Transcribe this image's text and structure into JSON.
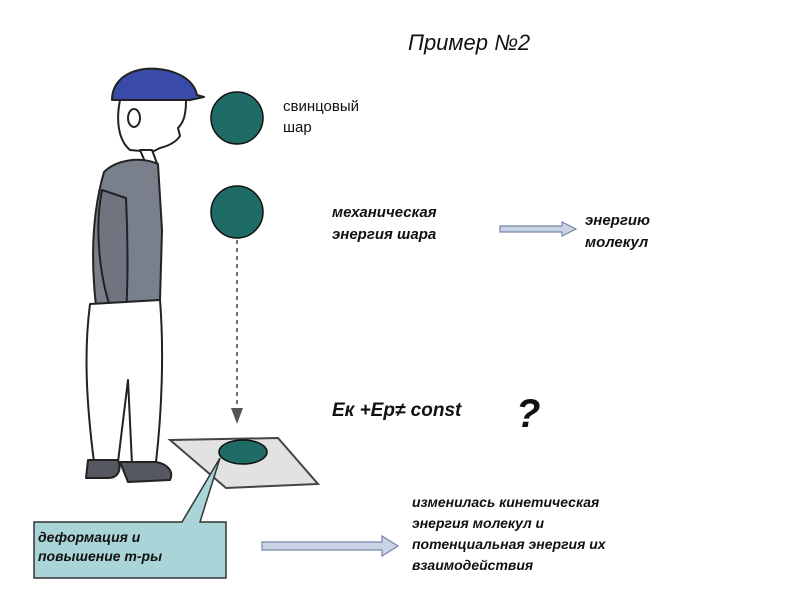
{
  "title": "Пример №2",
  "ball_label": {
    "line1": "свинцовый",
    "line2": "шар"
  },
  "mech_energy": {
    "line1": "механическая",
    "line2": "энергия шара"
  },
  "molecule_energy": {
    "line1": "энергию",
    "line2": "молекул"
  },
  "formula": "Ек +Ер≠ const",
  "question_mark": "?",
  "callout": {
    "line1": "деформация и",
    "line2": "повышение т-ры"
  },
  "result": {
    "line1": "изменилась кинетическая",
    "line2": "энергия молекул и",
    "line3": "потенциальная энергия их",
    "line4": "взаимодействия"
  },
  "colors": {
    "ball": "#1f6b66",
    "callout_bg": "#a9d4d8",
    "arrow_fill": "#c9d3e6",
    "arrow_stroke": "#7a86a8"
  }
}
